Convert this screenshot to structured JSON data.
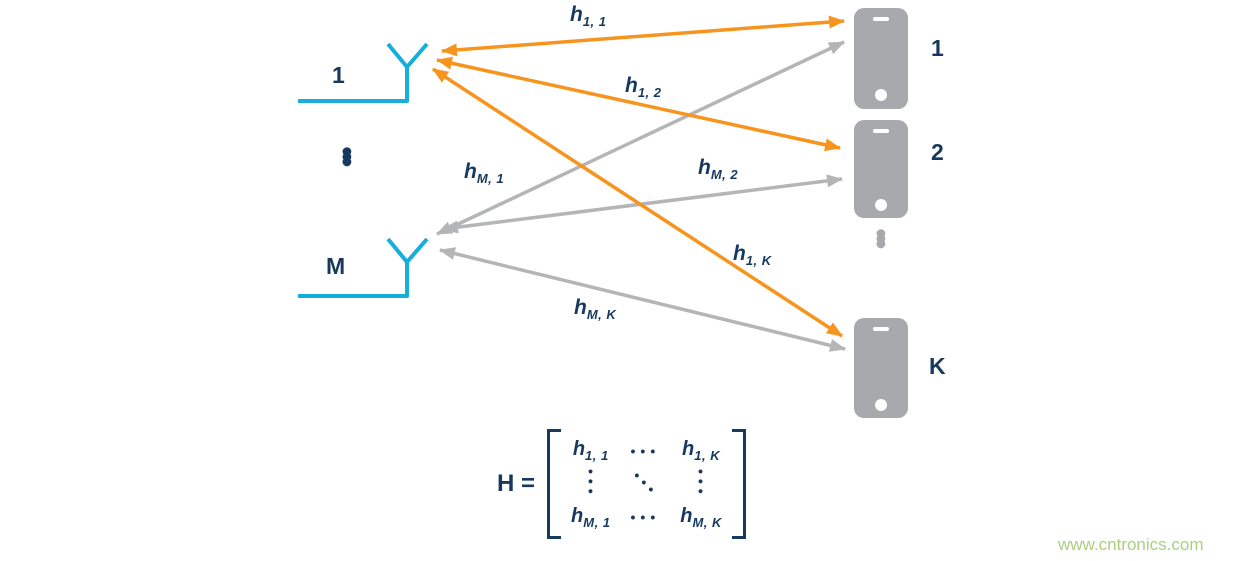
{
  "colors": {
    "navy": "#17395e",
    "orange": "#f7941e",
    "arrow-gray": "#b3b5b7",
    "phone-gray": "#a7a9ac",
    "cyan": "#16aedb",
    "green": "#a9cf7f",
    "white": "#ffffff"
  },
  "base_station": {
    "top_antenna_label": "1",
    "bottom_antenna_label": "M",
    "ellipsis": "•••"
  },
  "users": {
    "top_phone_label": "1",
    "middle_phone_label": "2",
    "bottom_phone_label": "K",
    "ellipsis": "•••"
  },
  "channel_labels": [
    {
      "base": "h",
      "sub": "1, 1",
      "arrow_color": "orange"
    },
    {
      "base": "h",
      "sub": "1, 2",
      "arrow_color": "orange"
    },
    {
      "base": "h",
      "sub": "M, 1",
      "arrow_color": "gray"
    },
    {
      "base": "h",
      "sub": "M, 2",
      "arrow_color": "gray"
    },
    {
      "base": "h",
      "sub": "1, K",
      "arrow_color": "orange"
    },
    {
      "base": "h",
      "sub": "M, K",
      "arrow_color": "gray"
    }
  ],
  "matrix": {
    "lhs": "H =",
    "dots": "•••",
    "cells": {
      "r1c1": {
        "base": "h",
        "sub": "1, 1"
      },
      "r1c3": {
        "base": "h",
        "sub": "1, K"
      },
      "r3c1": {
        "base": "h",
        "sub": "M, 1"
      },
      "r3c3": {
        "base": "h",
        "sub": "M, K"
      }
    }
  },
  "watermark": "www.cntronics.com"
}
